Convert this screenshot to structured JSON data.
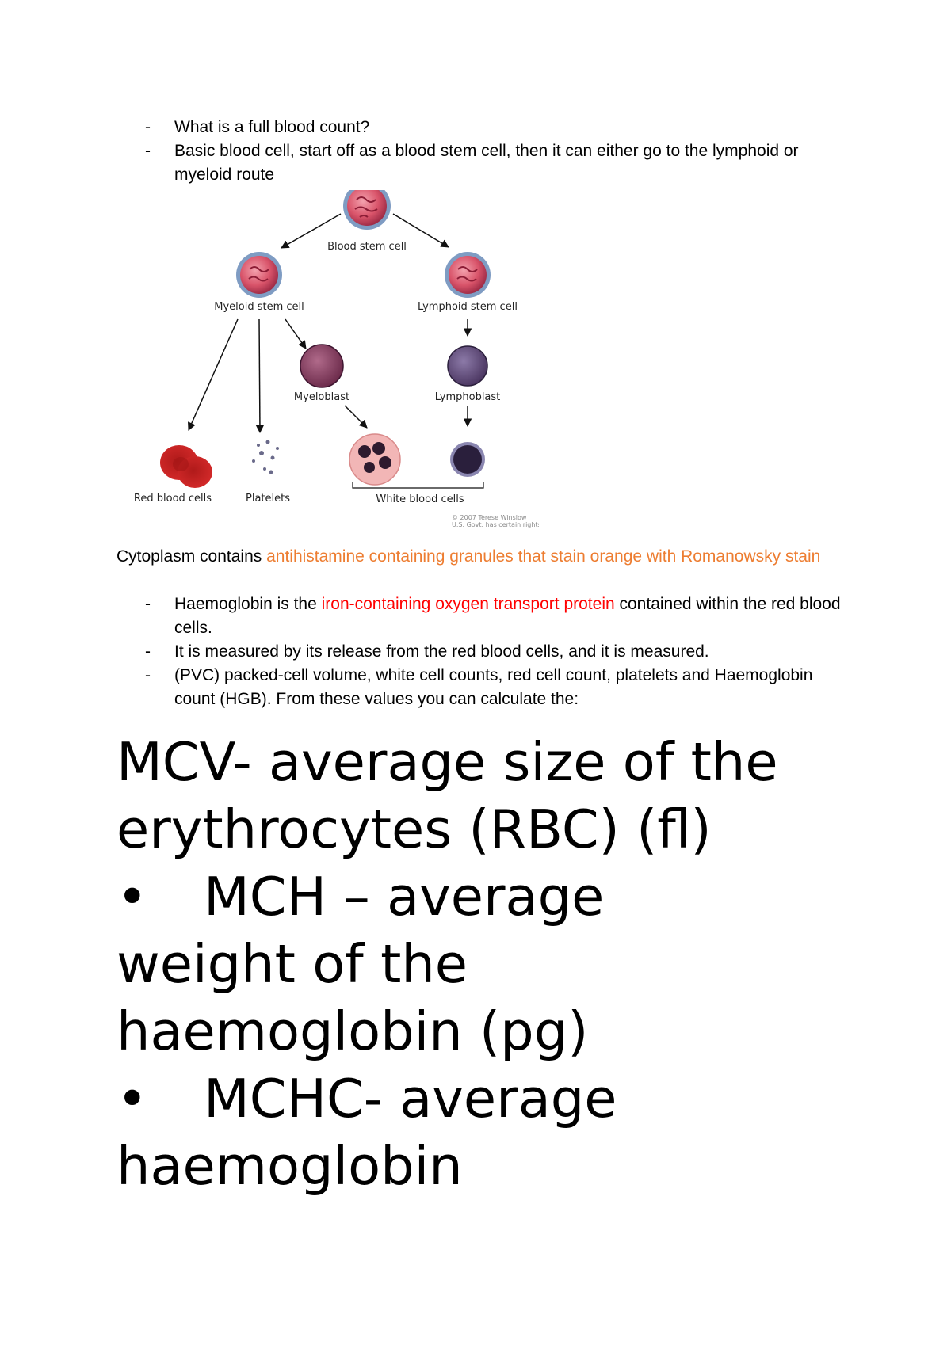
{
  "intro_bullets": [
    "What is a full blood count?",
    "Basic blood cell, start off as a blood stem cell, then it can either go to the lymphoid or myeloid route"
  ],
  "figure": {
    "labels": {
      "blood_stem_cell": "Blood stem cell",
      "myeloid_stem_cell": "Myeloid stem cell",
      "lymphoid_stem_cell": "Lymphoid stem cell",
      "myeloblast": "Myeloblast",
      "lymphoblast": "Lymphoblast",
      "red_blood_cells": "Red blood cells",
      "platelets": "Platelets",
      "white_blood_cells": "White blood cells"
    },
    "copyright": [
      "© 2007 Terese Winslow",
      "U.S. Govt. has certain rights"
    ],
    "colors": {
      "stem_cell": "#d9546a",
      "blast": "#6b2a4a",
      "lymphoblast": "#4a3560",
      "red_cell": "#d42a2a",
      "neutrophil": "#f2b6b6"
    }
  },
  "cytoplasm": {
    "prefix": "Cytoplasm contains ",
    "highlight": "antihistamine containing granules that stain orange with Romanowsky stain"
  },
  "hb_bullets": [
    {
      "pre": "Haemoglobin is the ",
      "highlight": "iron-containing oxygen transport protein",
      "post": " contained within the red blood cells."
    },
    {
      "text": "It is measured by its release from the red blood cells, and it is measured."
    },
    {
      "text": "(PVC) packed-cell volume, white cell counts, red cell count, platelets and Haemoglobin count (HGB). From these values you can calculate the:"
    }
  ],
  "big_text": {
    "mcv_line1": "MCV- average size of the",
    "mcv_line2": "erythrocytes (RBC) (fl)",
    "bullet": "•",
    "mch_line1": "MCH – average",
    "mch_line2": "weight of the",
    "mch_line3": "haemoglobin (pg)",
    "mchc_line1": "MCHC- average",
    "mchc_line2": "haemoglobin"
  }
}
